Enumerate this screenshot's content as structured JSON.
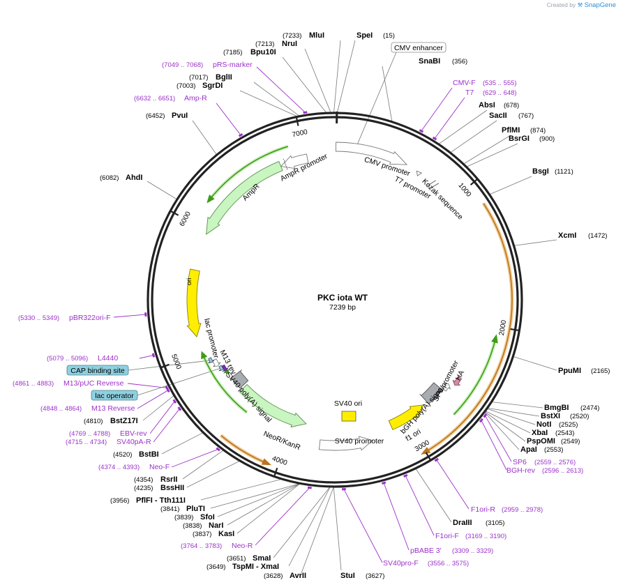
{
  "credit": {
    "prefix": "Created by",
    "brand": "SnapGene"
  },
  "plasmid": {
    "name": "PKC iota WT",
    "size": "7239 bp",
    "length": 7239
  },
  "ticks": [
    "1000",
    "2000",
    "3000",
    "4000",
    "5000",
    "6000",
    "7000"
  ],
  "enzymes": [
    {
      "name": "MluI",
      "pos": "(7233)"
    },
    {
      "name": "SpeI",
      "pos": "(15)"
    },
    {
      "name": "NruI",
      "pos": "(7213)"
    },
    {
      "name": "Bpu10I",
      "pos": "(7185)"
    },
    {
      "name": "SnaBI",
      "pos": "(356)"
    },
    {
      "name": "BglII",
      "pos": "(7017)"
    },
    {
      "name": "SgrDI",
      "pos": "(7003)"
    },
    {
      "name": "AbsI",
      "pos": "(678)"
    },
    {
      "name": "PvuI",
      "pos": "(6452)"
    },
    {
      "name": "SacII",
      "pos": "(767)"
    },
    {
      "name": "PflMI",
      "pos": "(874)"
    },
    {
      "name": "BsrGI",
      "pos": "(900)"
    },
    {
      "name": "AhdI",
      "pos": "(6082)"
    },
    {
      "name": "BsgI",
      "pos": "(1121)"
    },
    {
      "name": "XcmI",
      "pos": "(1472)"
    },
    {
      "name": "PpuMI",
      "pos": "(2165)"
    },
    {
      "name": "BmgBI",
      "pos": "(2474)"
    },
    {
      "name": "BstXI",
      "pos": "(2520)"
    },
    {
      "name": "NotI",
      "pos": "(2525)"
    },
    {
      "name": "XbaI",
      "pos": "(2543)"
    },
    {
      "name": "PspOMI",
      "pos": "(2549)"
    },
    {
      "name": "ApaI",
      "pos": "(2553)"
    },
    {
      "name": "BstZ17I",
      "pos": "(4810)"
    },
    {
      "name": "BstBI",
      "pos": "(4520)"
    },
    {
      "name": "RsrII",
      "pos": "(4354)"
    },
    {
      "name": "BssHII",
      "pos": "(4235)"
    },
    {
      "name": "PflFI - Tth111I",
      "pos": "(3956)"
    },
    {
      "name": "PluTI",
      "pos": "(3841)"
    },
    {
      "name": "SfoI",
      "pos": "(3839)"
    },
    {
      "name": "NarI",
      "pos": "(3838)"
    },
    {
      "name": "KasI",
      "pos": "(3837)"
    },
    {
      "name": "DraIII",
      "pos": "(3105)"
    },
    {
      "name": "SmaI",
      "pos": "(3651)"
    },
    {
      "name": "TspMI - XmaI",
      "pos": "(3649)"
    },
    {
      "name": "AvrII",
      "pos": "(3628)"
    },
    {
      "name": "StuI",
      "pos": "(3627)"
    }
  ],
  "primers": [
    {
      "name": "pRS-marker",
      "pos": "(7049 .. 7068)"
    },
    {
      "name": "Amp-R",
      "pos": "(6632 .. 6651)"
    },
    {
      "name": "CMV-F",
      "pos": "(535 .. 555)"
    },
    {
      "name": "T7",
      "pos": "(629 .. 648)"
    },
    {
      "name": "pBR322ori-F",
      "pos": "(5330 .. 5349)"
    },
    {
      "name": "L4440",
      "pos": "(5079 .. 5096)"
    },
    {
      "name": "M13/pUC Reverse",
      "pos": "(4861 .. 4883)"
    },
    {
      "name": "M13 Reverse",
      "pos": "(4848 .. 4864)"
    },
    {
      "name": "EBV-rev",
      "pos": "(4769 .. 4788)"
    },
    {
      "name": "SV40pA-R",
      "pos": "(4715 .. 4734)"
    },
    {
      "name": "Neo-F",
      "pos": "(4374 .. 4393)"
    },
    {
      "name": "SP6",
      "pos": "(2559 .. 2576)"
    },
    {
      "name": "BGH-rev",
      "pos": "(2596 .. 2613)"
    },
    {
      "name": "F1ori-R",
      "pos": "(2959 .. 2978)"
    },
    {
      "name": "F1ori-F",
      "pos": "(3169 .. 3190)"
    },
    {
      "name": "pBABE 3'",
      "pos": "(3309 .. 3329)"
    },
    {
      "name": "SV40pro-F",
      "pos": "(3556 .. 3575)"
    },
    {
      "name": "Neo-R",
      "pos": "(3764 .. 3783)"
    }
  ],
  "boxed_labels": [
    {
      "name": "CMV enhancer"
    },
    {
      "name": "CAP binding site"
    },
    {
      "name": "lac operator"
    }
  ],
  "features": {
    "cmv_promoter": "CMV promoter",
    "t7_promoter": "T7 promoter",
    "kozak": "Kozak sequence",
    "ampr_promoter": "AmpR promoter",
    "ampr": "AmpR",
    "ori": "ori",
    "lac_promoter": "lac promoter",
    "m13_rev": "M13 rev",
    "sv40_polya": "SV40 poly(A) signal",
    "neor": "NeoR/KanR",
    "sv40_ori": "SV40 ori",
    "sv40_promoter": "SV40 promoter",
    "f1_ori": "f1 ori",
    "bgh_polya": "bGH poly(A) signal",
    "sp6_promoter": "SP6 promoter",
    "ha": "HA"
  },
  "colors": {
    "backbone": "#222222",
    "orf_orange": "#e8a33d",
    "green": "#3f9b1a",
    "ampr_fill": "#c8f5c0",
    "ori_fill": "#ffee00",
    "promoter_fill": "#ffffff",
    "grey_fill": "#a7acb1",
    "primer": "#9b30c9",
    "enzyme_line": "#777777",
    "cap_fill": "#8fd0e0",
    "ha_fill": "#d98aa8"
  }
}
